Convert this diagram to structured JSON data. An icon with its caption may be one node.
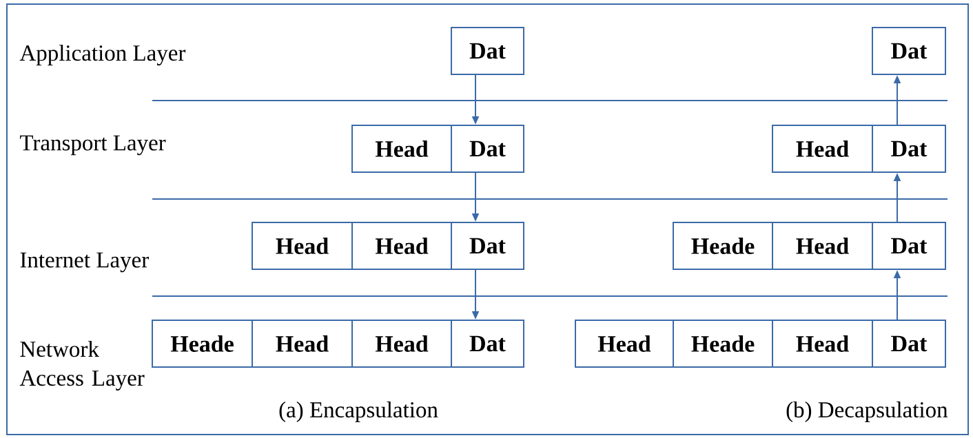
{
  "diagram": {
    "nodes": [
      {
        "text": [
          "Dat"
        ]
      },
      {
        "text": [
          "Dat"
        ]
      },
      {
        "text": [
          "Head"
        ]
      },
      {
        "text": [
          "Dat"
        ]
      },
      {
        "text": [
          "Head"
        ]
      },
      {
        "text": [
          "Dat"
        ]
      },
      {
        "text": [
          "Head"
        ]
      },
      {
        "text": [
          "Head"
        ]
      },
      {
        "text": [
          "Dat"
        ]
      },
      {
        "text": [
          "Heade"
        ]
      },
      {
        "text": [
          "Head"
        ]
      },
      {
        "text": [
          "Dat"
        ]
      },
      {
        "text": [
          "Heade"
        ]
      },
      {
        "text": [
          "Head"
        ]
      },
      {
        "text": [
          "Head"
        ]
      },
      {
        "text": [
          "Dat"
        ]
      },
      {
        "text": [
          "Head"
        ]
      },
      {
        "text": [
          "Heade"
        ]
      },
      {
        "text": [
          "Head"
        ]
      },
      {
        "text": [
          "Dat"
        ]
      }
    ],
    "edges": [
      {
        "from": 0,
        "to": 3,
        "arrow": "to"
      },
      {
        "from": 3,
        "to": 8,
        "arrow": "to"
      },
      {
        "from": 8,
        "to": 15,
        "arrow": "to"
      },
      {
        "from": 19,
        "to": 11,
        "arrow": "to"
      },
      {
        "from": 11,
        "to": 5,
        "arrow": "to"
      },
      {
        "from": 5,
        "to": 1,
        "arrow": "to"
      }
    ],
    "labels": [
      "Application Layer",
      "Transport Layer",
      "Internet Layer",
      "Network Access Layer",
      "(a) Encapsulation",
      "(b) Decapsulation"
    ]
  }
}
